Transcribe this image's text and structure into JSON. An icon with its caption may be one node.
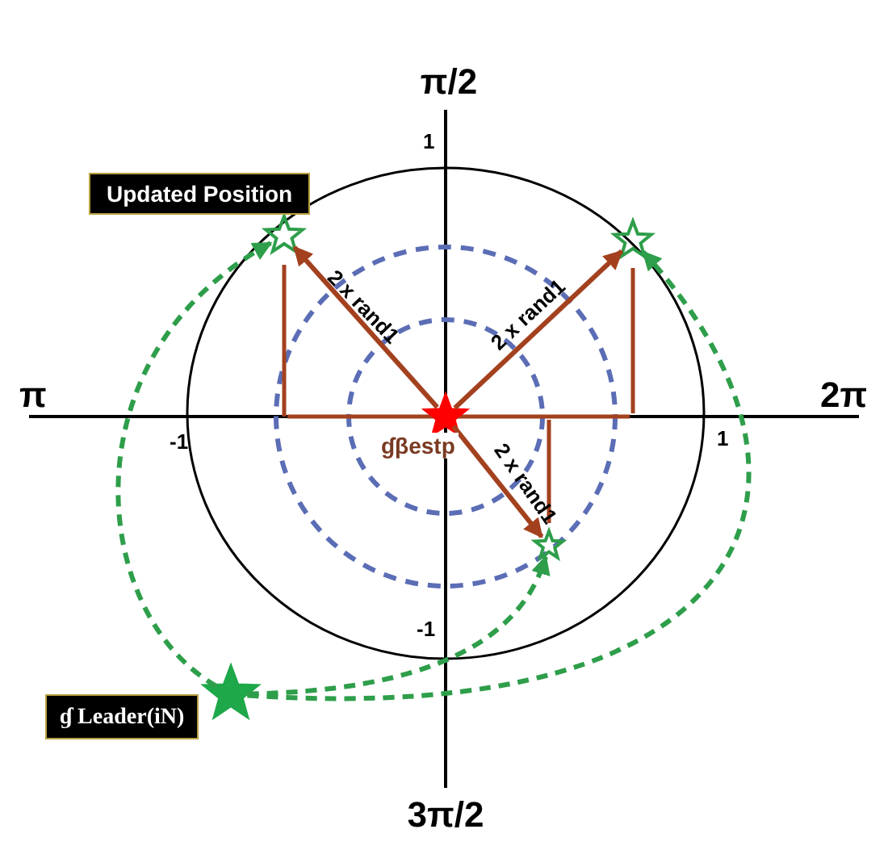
{
  "diagram": {
    "nodes": [
      {
        "text": [],
        "shape": "star",
        "beside": [
          "ɠ Leader(iN)"
        ]
      },
      {
        "text": [],
        "shape": "star",
        "beside": [
          "ɠβestp"
        ]
      },
      {
        "text": [],
        "shape": "star"
      },
      {
        "text": [],
        "shape": "star"
      },
      {
        "text": [],
        "shape": "star"
      }
    ],
    "edges": [
      {
        "from": 1,
        "to": 2,
        "arrow": "to",
        "label": "2 x rand1",
        "color": "#a3411e"
      },
      {
        "from": 1,
        "to": 3,
        "arrow": "to",
        "label": "2 x rand1",
        "color": "#a3411e"
      },
      {
        "from": 1,
        "to": 4,
        "arrow": "to",
        "label": "2 x rand1",
        "color": "#a3411e"
      },
      {
        "from": 0,
        "to": 2,
        "arrow": "to",
        "style": "dashed",
        "color": "#2e9e4a"
      },
      {
        "from": 0,
        "to": 3,
        "arrow": "to",
        "style": "dashed",
        "color": "#2e9e4a"
      },
      {
        "from": 0,
        "to": 4,
        "arrow": "to",
        "style": "dashed",
        "color": "#2e9e4a"
      }
    ],
    "labels": [
      "π/2",
      "1",
      "Updated Position",
      "π",
      "2π",
      "-1",
      "1",
      "-1",
      "3π/2"
    ]
  }
}
